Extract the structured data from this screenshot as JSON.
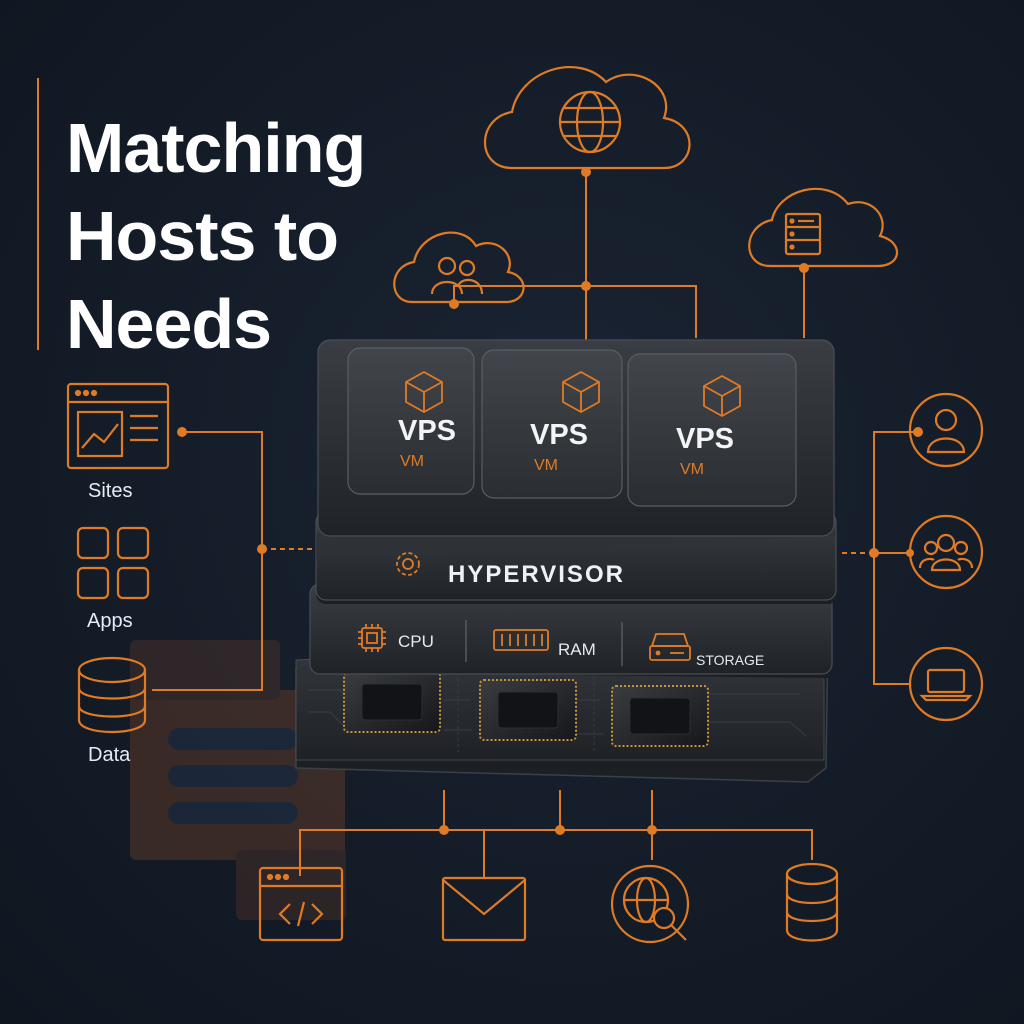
{
  "title": {
    "line1": "Matching",
    "line2": "Hosts to",
    "line3": "Needs"
  },
  "left_items": [
    {
      "label": "Sites",
      "icon": "website-chart-icon"
    },
    {
      "label": "Apps",
      "icon": "app-grid-icon"
    },
    {
      "label": "Data",
      "icon": "database-icon"
    }
  ],
  "vps_cards": [
    {
      "label": "VPS",
      "sublabel": "VM",
      "icon": "cube-icon"
    },
    {
      "label": "VPS",
      "sublabel": "VM",
      "icon": "cube-icon"
    },
    {
      "label": "VPS",
      "sublabel": "VM",
      "icon": "cube-icon"
    }
  ],
  "hypervisor": {
    "label": "HYPERVISOR",
    "icon": "gear-icon"
  },
  "resources": [
    {
      "label": "CPU",
      "icon": "cpu-icon"
    },
    {
      "label": "RAM",
      "icon": "ram-icon"
    },
    {
      "label": "STORAGE",
      "icon": "storage-icon"
    }
  ],
  "clouds": [
    {
      "icon": "globe-icon"
    },
    {
      "icon": "users-icon"
    },
    {
      "icon": "server-icon"
    }
  ],
  "right_icons": [
    "user-icon",
    "group-icon",
    "laptop-icon"
  ],
  "bottom_icons": [
    "code-window-icon",
    "mail-icon",
    "globe-search-icon",
    "database-icon"
  ],
  "colors": {
    "accent": "#e07b25",
    "background": "#131b27",
    "panel": "#26292e",
    "text": "#ffffff"
  }
}
